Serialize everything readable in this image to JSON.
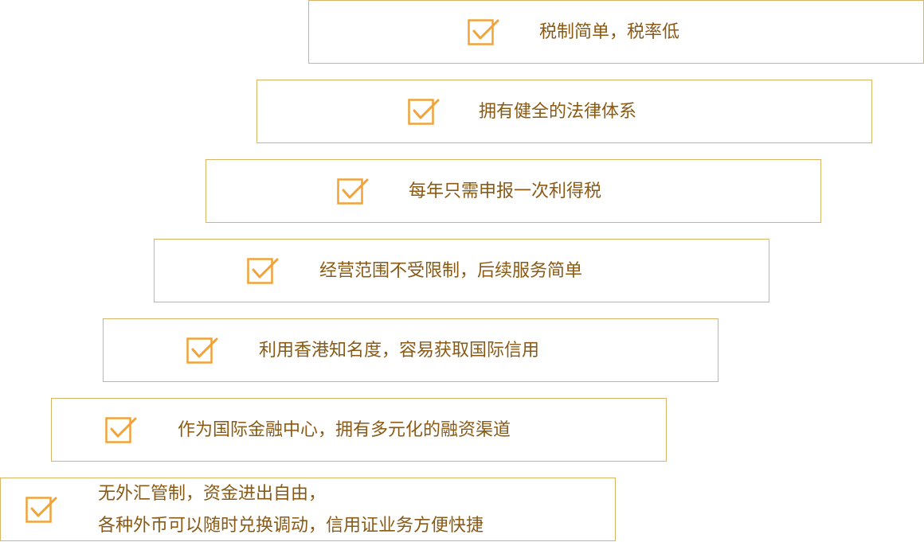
{
  "accent_color": "#f0a33a",
  "border_color": "#d9b466",
  "text_color": "#8a5a14",
  "icon": "checkbox-checked-icon",
  "items": [
    {
      "text": "税制简单，税率低"
    },
    {
      "text": "拥有健全的法律体系"
    },
    {
      "text": "每年只需申报一次利得税"
    },
    {
      "text": "经营范围不受限制，后续服务简单"
    },
    {
      "text": "利用香港知名度，容易获取国际信用"
    },
    {
      "text": "作为国际金融中心，拥有多元化的融资渠道"
    },
    {
      "line1": "无外汇管制，资金进出自由，",
      "line2": "各种外币可以随时兑换调动，信用证业务方便快捷"
    }
  ]
}
